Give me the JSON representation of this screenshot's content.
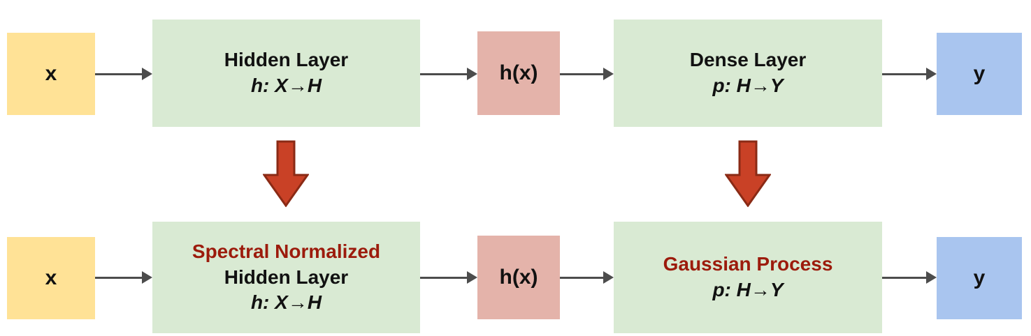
{
  "diagram": {
    "top_row": {
      "input": {
        "label": "x"
      },
      "hidden_layer": {
        "title": "Hidden Layer",
        "formula": "h: X→H"
      },
      "intermediate": {
        "label": "h(x)"
      },
      "dense_layer": {
        "title": "Dense Layer",
        "formula": "p: H→Y"
      },
      "output": {
        "label": "y"
      }
    },
    "bottom_row": {
      "input": {
        "label": "x"
      },
      "sn_hidden_layer": {
        "highlight": "Spectral Normalized",
        "title": "Hidden Layer",
        "formula": "h: X→H"
      },
      "intermediate": {
        "label": "h(x)"
      },
      "gp_layer": {
        "highlight": "Gaussian Process",
        "formula": "p: H→Y"
      },
      "output": {
        "label": "y"
      }
    }
  },
  "colors": {
    "input_box": "#ffe296",
    "layer_box": "#d9ead3",
    "intermediate_box": "#e4b3aa",
    "output_box": "#a9c5ef",
    "highlight_text": "#9c1b0c",
    "flow_arrow": "#4c4c4c",
    "transform_arrow_fill": "#c94126",
    "transform_arrow_stroke": "#8a2a15"
  }
}
